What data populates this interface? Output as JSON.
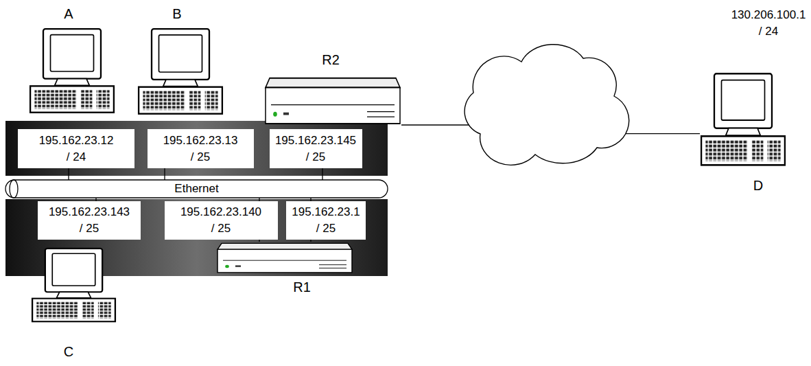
{
  "diagram": {
    "nodes": [
      {
        "text": [
          "A"
        ]
      },
      {
        "text": [
          "B"
        ]
      },
      {
        "text": [
          "R2"
        ]
      },
      {
        "text": [
          "130.206.100.1 / 24",
          "D"
        ]
      },
      {
        "text": [
          "195.162.23.12 / 24"
        ]
      },
      {
        "text": [
          "195.162.23.13 / 25"
        ]
      },
      {
        "text": [
          "195.162.23.145 / 25"
        ]
      },
      {
        "text": [
          "Ethernet"
        ]
      },
      {
        "text": [
          "195.162.23.143 / 25"
        ]
      },
      {
        "text": [
          "195.162.23.140 / 25"
        ]
      },
      {
        "text": [
          "195.162.23.1 / 25"
        ]
      },
      {
        "text": [
          "C"
        ]
      },
      {
        "text": [
          "R1"
        ]
      }
    ],
    "edges": [
      {
        "from": 4,
        "to": 7,
        "arrow": "none"
      },
      {
        "from": 5,
        "to": 7,
        "arrow": "none"
      },
      {
        "from": 6,
        "to": 7,
        "arrow": "none"
      },
      {
        "from": 7,
        "to": 8,
        "arrow": "none"
      },
      {
        "from": 7,
        "to": 9,
        "arrow": "none"
      },
      {
        "from": 7,
        "to": 10,
        "arrow": "none"
      },
      {
        "from": 9,
        "to": 12,
        "arrow": "none"
      },
      {
        "from": 10,
        "to": 12,
        "arrow": "none"
      },
      {
        "from": 2,
        "to": 3,
        "arrow": "none"
      }
    ]
  }
}
